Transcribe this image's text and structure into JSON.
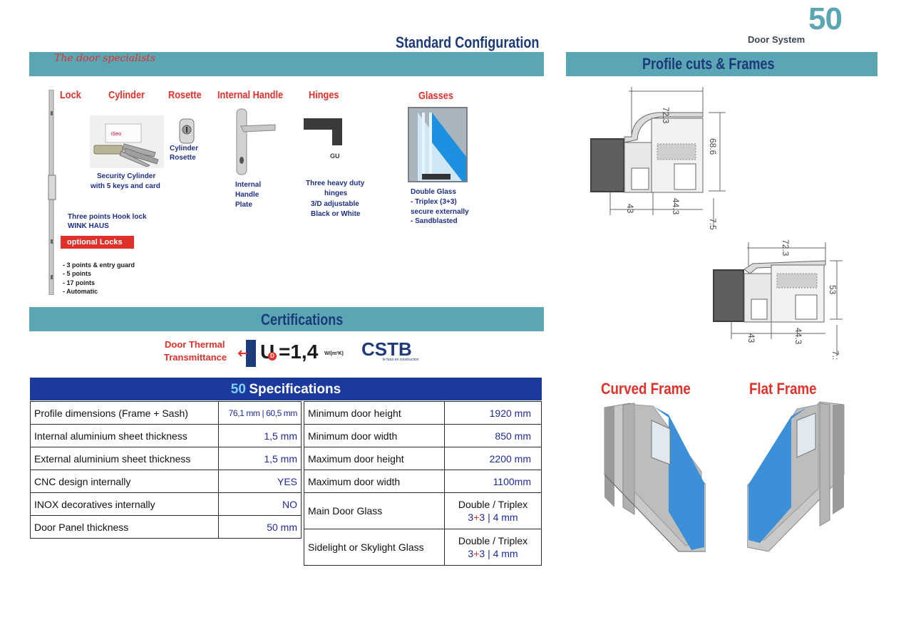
{
  "brand": {
    "number": "50",
    "subtitle": "Door System"
  },
  "standard": {
    "title": "Standard Configuration",
    "tagline": "The door specialists",
    "headers": {
      "lock": "Lock",
      "cylinder": "Cylinder",
      "rosette": "Rosette",
      "handle": "Internal Handle",
      "hinges": "Hinges",
      "glasses": "Glasses"
    },
    "cylinder_caption": [
      "Security Cylinder",
      "with 5 keys and card"
    ],
    "rosette_caption": [
      "Cylinder",
      "Rosette"
    ],
    "handle_caption": [
      "Internal",
      "Handle",
      "Plate"
    ],
    "hinge_label": "GU",
    "hinges_caption": [
      "Three heavy duty",
      "hinges",
      "3/D adjustable",
      "Black or White"
    ],
    "glass_caption": [
      "Double Glass",
      "- Triplex (3+3)",
      "secure externally",
      "- Sandblasted"
    ],
    "lock_caption": [
      "Three points Hook lock",
      "WINK HAUS"
    ],
    "optional_label": "optional Locks",
    "optional_list": [
      "- 3 points & entry guard",
      "- 5 points",
      "- 17 points",
      "- Automatic"
    ]
  },
  "certifications": {
    "title": "Certifications",
    "thermal_label": [
      "Door Thermal",
      "Transmittance"
    ],
    "u_symbol": "U",
    "u_sub": "D",
    "u_value": "=1,4",
    "u_unit": "W/(m²K)",
    "cert_logo": "CSTB",
    "cert_tag": "le futur en construction"
  },
  "profile": {
    "title": "Profile cuts & Frames",
    "top": {
      "d1": "72.3",
      "d2": "68.6",
      "d3": "43",
      "d4": "44.3",
      "d5": "7.5"
    },
    "bottom": {
      "d1": "72.3",
      "d2": "53",
      "d3": "43",
      "d4": "44.3",
      "d5": "7.:"
    },
    "curved_label": "Curved Frame",
    "flat_label": "Flat Frame"
  },
  "specs": {
    "title_num": "50",
    "title_text": "Specifications",
    "left_rows": [
      {
        "label": "Profile dimensions (Frame + Sash)",
        "value": "76,1 mm | 60,5 mm"
      },
      {
        "label": "Internal aluminium sheet thickness",
        "value": "1,5 mm"
      },
      {
        "label": "External aluminium sheet thickness",
        "value": "1,5 mm"
      },
      {
        "label": "CNC design internally",
        "value": "YES"
      },
      {
        "label": "INOX decoratives internally",
        "value": "NO"
      },
      {
        "label": "Door Panel thickness",
        "value": "50 mm"
      }
    ],
    "right_rows": [
      {
        "label": "Minimum door height",
        "value": "1920 mm"
      },
      {
        "label": "Minimum door width",
        "value": "850 mm"
      },
      {
        "label": "Maximum door height",
        "value": "2200 mm"
      },
      {
        "label": "Maximum door width",
        "value": "1100mm"
      }
    ],
    "glass_rows": [
      {
        "label": "Main Door Glass",
        "line1": "Double / Triplex",
        "a": "3",
        "plus": "+",
        "b": "3 |  4 mm"
      },
      {
        "label": "Sidelight or Skylight Glass",
        "line1": "Double / Triplex",
        "a": "3",
        "plus": "+",
        "b": "3 | 4 mm"
      }
    ]
  },
  "colors": {
    "teal": "#5ba6b4",
    "navy": "#1d3a78",
    "red": "#e0312a",
    "spec_header": "#1a3a9e",
    "spec_accent": "#7fd0ff"
  }
}
